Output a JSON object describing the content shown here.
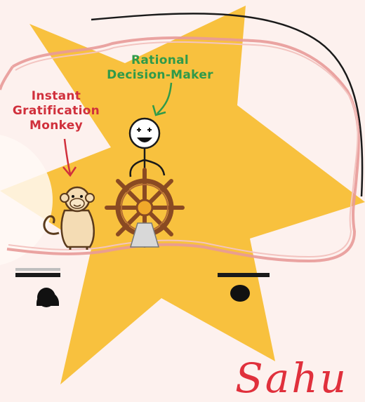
{
  "labels": {
    "rational": [
      "Rational",
      "Decision-Maker"
    ],
    "monkey": [
      "Instant",
      "Gratification",
      "Monkey"
    ],
    "handwriting": "Sahu"
  },
  "colors": {
    "background": "#fdf1ee",
    "star": "#f8c13e",
    "brain_outline": "#e89a98",
    "head_outline": "#1a1a1a",
    "rational_label": "#2f9a4a",
    "monkey_label": "#d0303c",
    "wheel_wood": "#8a4a22",
    "wheel_hub": "#f0a82a",
    "monkey_fur": "#f4dcb4",
    "handwriting": "#e0303c"
  },
  "icons": {
    "face": "smiley-face-icon",
    "wheel": "ship-wheel-icon",
    "monkey": "monkey-icon"
  }
}
